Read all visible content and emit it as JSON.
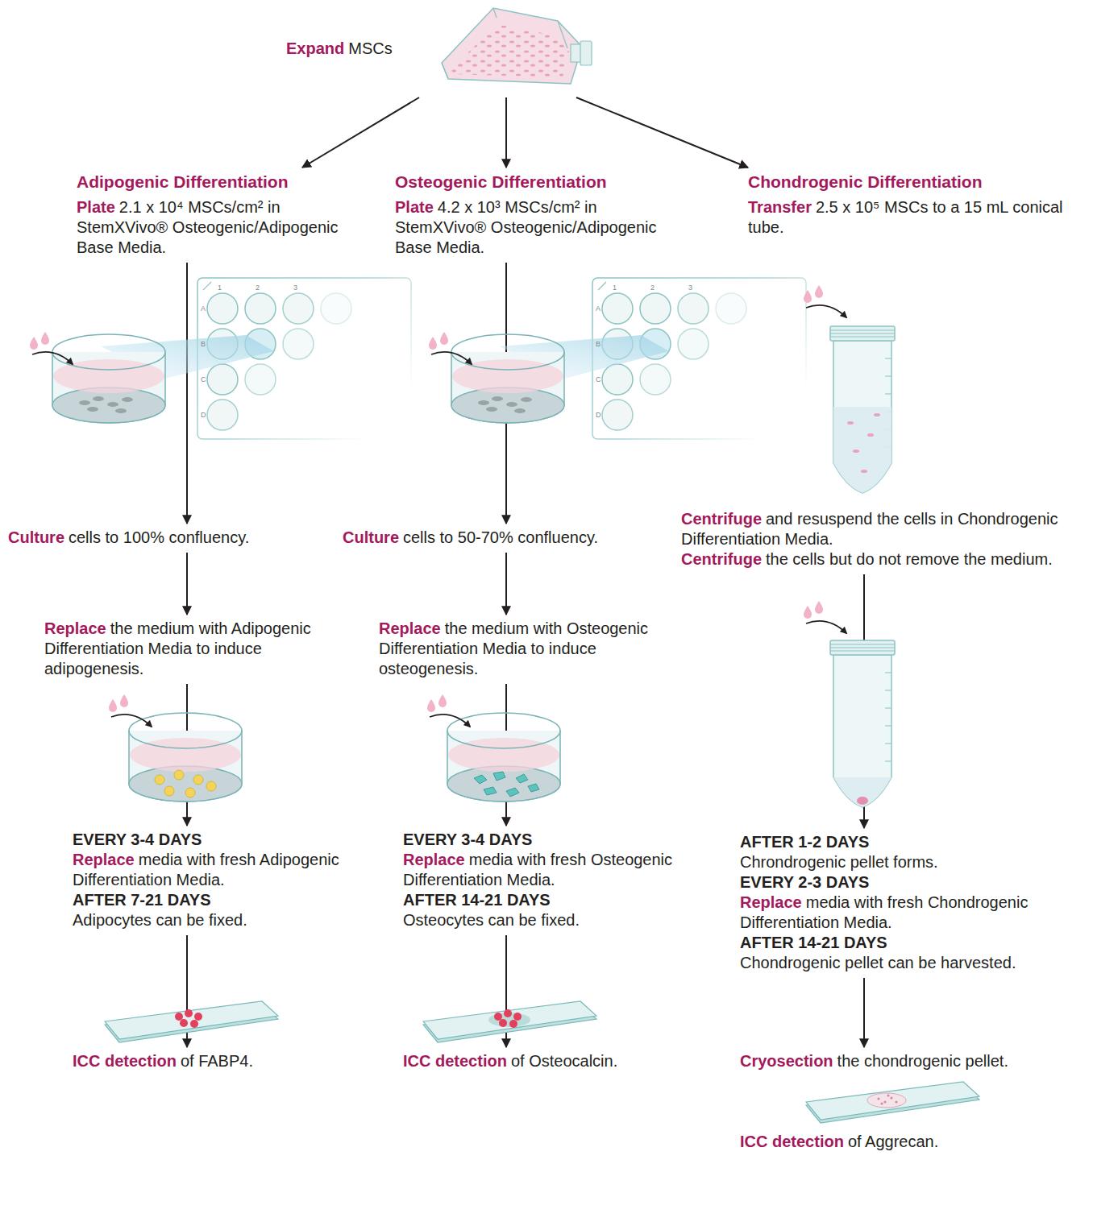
{
  "diagram": {
    "nodes": [
      {
        "text": [
          "Expand",
          "MSCs"
        ]
      },
      {
        "text": [
          "Adipogenic Differentiation",
          "Plate",
          "2.1 x 10⁴ MSCs/cm² in StemXVivo® Osteogenic/Adipogenic Base Media."
        ]
      },
      {
        "text": [
          "Osteogenic Differentiation",
          "Plate",
          "4.2 x 10³ MSCs/cm² in StemXVivo® Osteogenic/Adipogenic Base Media."
        ]
      },
      {
        "text": [
          "Chondrogenic Differentiation",
          "Transfer",
          "2.5 x 10⁵ MSCs to a 15 mL conical tube."
        ]
      },
      {
        "text": [
          "Culture",
          "cells to 100% confluency."
        ]
      },
      {
        "text": [
          "Culture",
          "cells to 50-70% confluency."
        ]
      },
      {
        "text": [
          "Centrifuge",
          "and resuspend the cells in Chondrogenic Differentiation Media.",
          "Centrifuge",
          "the cells but do not remove the medium."
        ]
      },
      {
        "text": [
          "Replace",
          "the medium with Adipogenic Differentiation Media to induce adipogenesis."
        ]
      },
      {
        "text": [
          "Replace",
          "the medium with Osteogenic Differentiation Media to induce osteogenesis."
        ]
      },
      {
        "text": [
          "EVERY 3-4 DAYS",
          "Replace",
          "media with fresh Adipogenic Differentiation Media.",
          "AFTER 7-21 DAYS",
          "Adipocytes can be fixed."
        ]
      },
      {
        "text": [
          "EVERY 3-4 DAYS",
          "Replace",
          "media with fresh Osteogenic Differentiation Media.",
          "AFTER 14-21 DAYS",
          "Osteocytes can be fixed."
        ]
      },
      {
        "text": [
          "AFTER 1-2 DAYS",
          "Chrondrogenic pellet forms.",
          "EVERY 2-3 DAYS",
          "Replace",
          "media with fresh Chondrogenic Differentiation Media.",
          "AFTER 14-21 DAYS",
          "Chondrogenic pellet can be harvested."
        ]
      },
      {
        "text": [
          "ICC detection",
          "of FABP4."
        ]
      },
      {
        "text": [
          "ICC detection",
          "of Osteocalcin."
        ]
      },
      {
        "text": [
          "Cryosection",
          "the chondrogenic pellet."
        ]
      },
      {
        "text": [
          "ICC detection",
          "of Aggrecan."
        ]
      }
    ],
    "edges": [
      {
        "from": 0,
        "to": 1,
        "arrow": "to"
      },
      {
        "from": 0,
        "to": 2,
        "arrow": "to"
      },
      {
        "from": 0,
        "to": 3,
        "arrow": "to"
      },
      {
        "from": 1,
        "to": 4,
        "arrow": "to"
      },
      {
        "from": 4,
        "to": 7,
        "arrow": "to"
      },
      {
        "from": 7,
        "to": 9,
        "arrow": "to"
      },
      {
        "from": 9,
        "to": 12,
        "arrow": "to"
      },
      {
        "from": 2,
        "to": 5,
        "arrow": "to"
      },
      {
        "from": 5,
        "to": 8,
        "arrow": "to"
      },
      {
        "from": 8,
        "to": 10,
        "arrow": "to"
      },
      {
        "from": 10,
        "to": 13,
        "arrow": "to"
      },
      {
        "from": 6,
        "to": 11,
        "arrow": "to"
      },
      {
        "from": 11,
        "to": 14,
        "arrow": "to"
      }
    ],
    "labels": [
      "1",
      "2",
      "3",
      "A",
      "B",
      "C",
      "D",
      "1",
      "2",
      "3",
      "A",
      "B",
      "C",
      "D"
    ]
  }
}
